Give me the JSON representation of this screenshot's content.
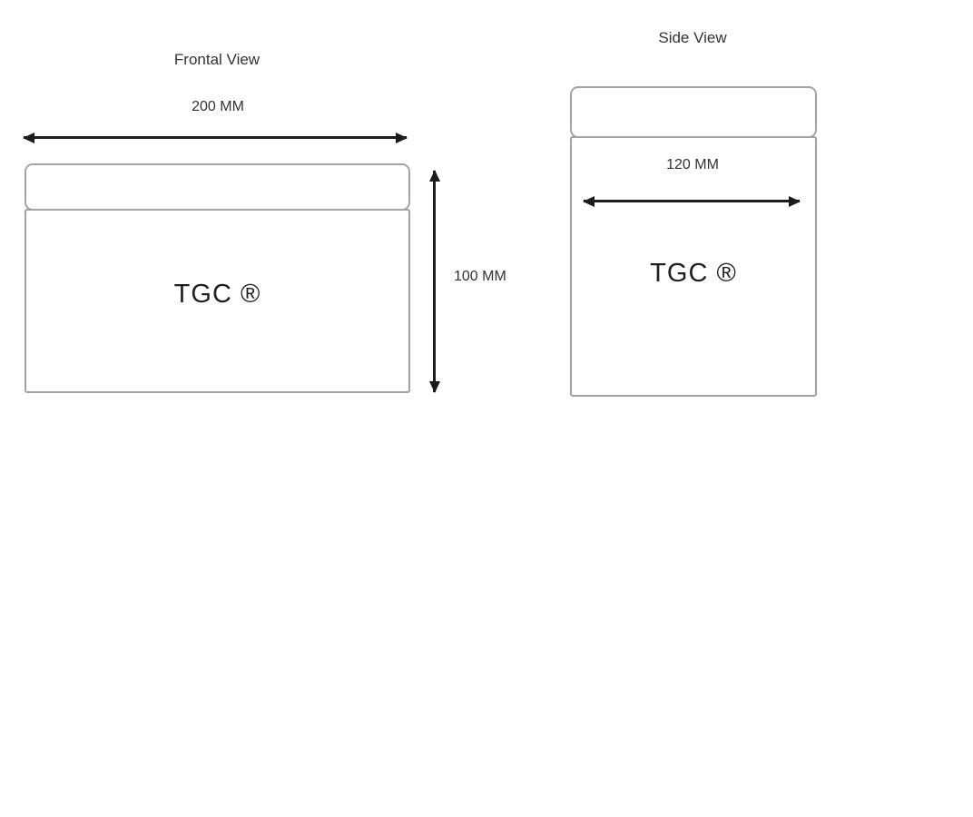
{
  "frontal": {
    "title": "Frontal View",
    "width_label": "200 MM",
    "height_label": "100 MM",
    "brand": "TGC ®"
  },
  "side": {
    "title": "Side View",
    "width_label": "120 MM",
    "brand": "TGC ®"
  },
  "colors": {
    "outline": "#a3a3a3",
    "arrow": "#1c1c1c",
    "text": "#333333",
    "background": "#ffffff"
  }
}
